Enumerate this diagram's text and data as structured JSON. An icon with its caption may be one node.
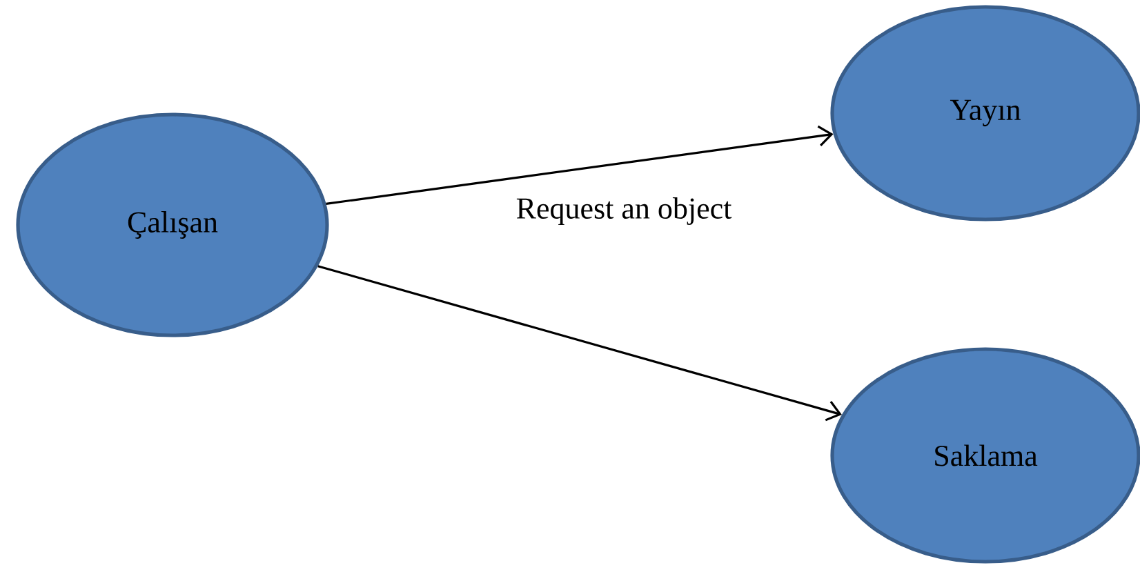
{
  "diagram": {
    "nodes": [
      {
        "text": [
          "Çalışan"
        ]
      },
      {
        "text": [
          "Yayın"
        ]
      },
      {
        "text": [
          "Saklama"
        ]
      }
    ],
    "edges": [
      {
        "from": 0,
        "to": 1,
        "arrow": "to",
        "label": "Request an object"
      },
      {
        "from": 0,
        "to": 2,
        "arrow": "to"
      }
    ]
  }
}
